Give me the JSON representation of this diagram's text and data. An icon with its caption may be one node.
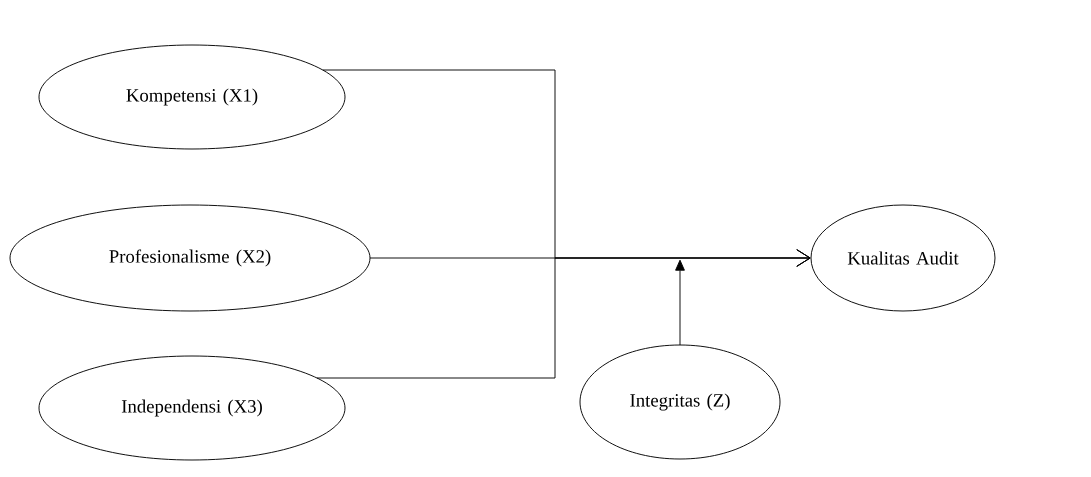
{
  "diagram": {
    "nodes": [
      {
        "text": [
          "Kompetensi (X1)"
        ]
      },
      {
        "text": [
          "Profesionalisme (X2)"
        ]
      },
      {
        "text": [
          "Independensi (X3)"
        ]
      },
      {
        "text": [
          "Kualitas Audit"
        ]
      },
      {
        "text": [
          "Integritas (Z)"
        ]
      }
    ],
    "edges": [
      {
        "from": 0,
        "to": 3,
        "arrow": "to"
      },
      {
        "from": 1,
        "to": 3,
        "arrow": "to"
      },
      {
        "from": 2,
        "to": 3,
        "arrow": "to"
      },
      {
        "from": 4,
        "to": null,
        "arrow": "to"
      }
    ]
  }
}
